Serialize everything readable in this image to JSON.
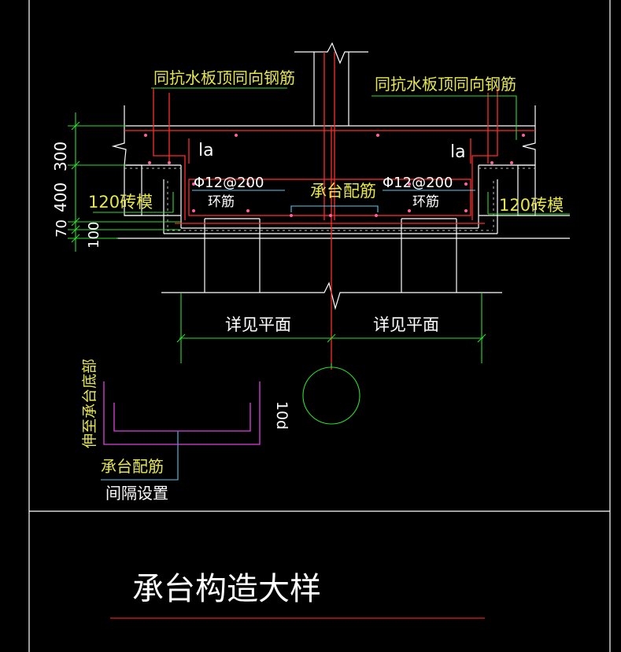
{
  "labels": {
    "rebar_same_dir_left": "同抗水板顶同向钢筋",
    "rebar_same_dir_right": "同抗水板顶同向钢筋",
    "la_left": "la",
    "la_right": "la",
    "dim_300": "300",
    "dim_400": "400",
    "dim_70": "70",
    "dim_100": "100",
    "brick_mold_left": "120砖模",
    "brick_mold_right": "120砖模",
    "stirrup_spec_left": "Φ12@200",
    "stirrup_spec_right": "Φ12@200",
    "stirrup_left": "环筋",
    "stirrup_right": "环筋",
    "cap_rebar": "承台配筋",
    "see_plan_left": "详见平面",
    "see_plan_right": "详见平面",
    "extend_to_cap_bottom": "伸至承台底部",
    "dim_10d": "10d",
    "cap_rebar_spacing_line1": "承台配筋",
    "cap_rebar_spacing_line2": "间隔设置",
    "drawing_title": "承台构造大样"
  },
  "colors": {
    "background": "#000000",
    "frame": "#ffffff",
    "concrete_outline": "#ffffff",
    "rebar_red": "#ff2a2a",
    "dimension_green": "#2adf2a",
    "label_yellow": "#e6e64c",
    "leader_cyan": "#55ccee",
    "hooked_bar_magenta": "#e040e0",
    "title_underline": "#e02020"
  }
}
